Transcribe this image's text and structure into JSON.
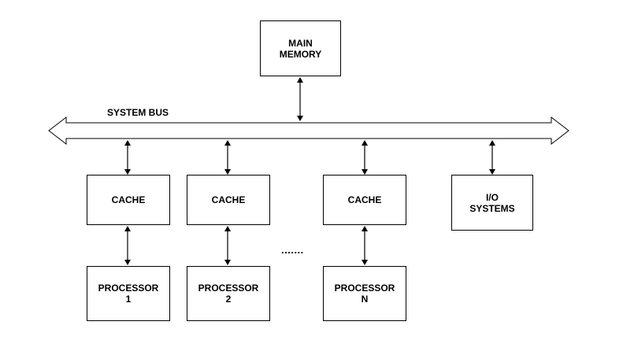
{
  "bus": {
    "label": "SYSTEM BUS"
  },
  "main_memory": {
    "line1": "MAIN",
    "line2": "MEMORY"
  },
  "caches": [
    {
      "label": "CACHE"
    },
    {
      "label": "CACHE"
    },
    {
      "label": "CACHE"
    }
  ],
  "processors": [
    {
      "line1": "PROCESSOR",
      "line2": "1"
    },
    {
      "line1": "PROCESSOR",
      "line2": "2"
    },
    {
      "line1": "PROCESSOR",
      "line2": "N"
    }
  ],
  "io": {
    "line1": "I/O",
    "line2": "SYSTEMS"
  },
  "ellipsis": "......."
}
